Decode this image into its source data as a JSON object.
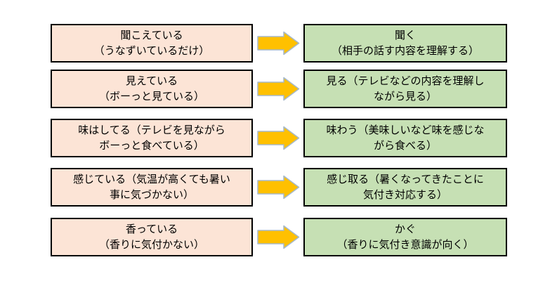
{
  "diagram": {
    "description_colors": {
      "page_bg": "#FFFFFF",
      "left_box_fill": "#FCE4D6",
      "right_box_fill": "#C6E0B4",
      "box_border": "#000000",
      "arrow_fill": "#FFC000",
      "arrow_border": "#A6B9CB"
    },
    "rows": [
      {
        "left": "聞こえている\n（うなずいているだけ）",
        "right": "聞く\n（相手の話す内容を理解する）"
      },
      {
        "left": "見えている\n（ボーっと見ている）",
        "right": "見る（テレビなどの内容を理解し\nながら見る）"
      },
      {
        "left": "味はしてる（テレビを見ながら\nボーっと食べている）",
        "right": "味わう（美味しいなど味を感じな\nがら食べる）"
      },
      {
        "left": "感じている（気温が高くても暑い\n事に気づかない）",
        "right": "感じ取る（暑くなってきたことに\n気付き対応する）"
      },
      {
        "left": "香っている\n（香りに気付かない）",
        "right": "かぐ\n（香りに気付き意識が向く）"
      }
    ]
  }
}
